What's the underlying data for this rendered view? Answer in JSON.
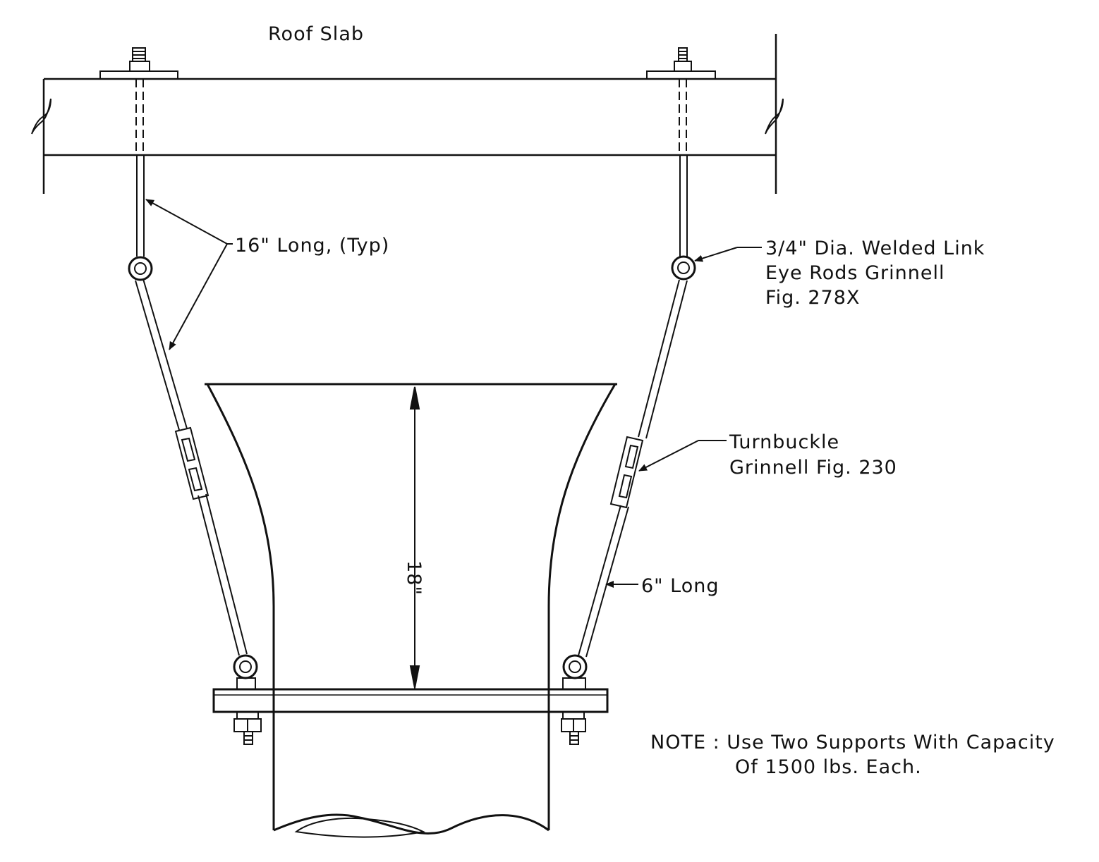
{
  "labels": {
    "roof_slab": "Roof Slab",
    "rod_16_long": "16\" Long, (Typ)",
    "eye_rod_line1": "3/4\" Dia. Welded Link",
    "eye_rod_line2": "Eye Rods Grinnell",
    "eye_rod_line3": "Fig. 278X",
    "turnbuckle_line1": "Turnbuckle",
    "turnbuckle_line2": "Grinnell Fig. 230",
    "rod_6_long": "6\" Long",
    "dimension_18": "18\"",
    "note_line1": "NOTE : Use Two Supports With Capacity",
    "note_line2": "Of 1500 lbs. Each."
  },
  "colors": {
    "line": "#111111",
    "background": "#ffffff"
  }
}
